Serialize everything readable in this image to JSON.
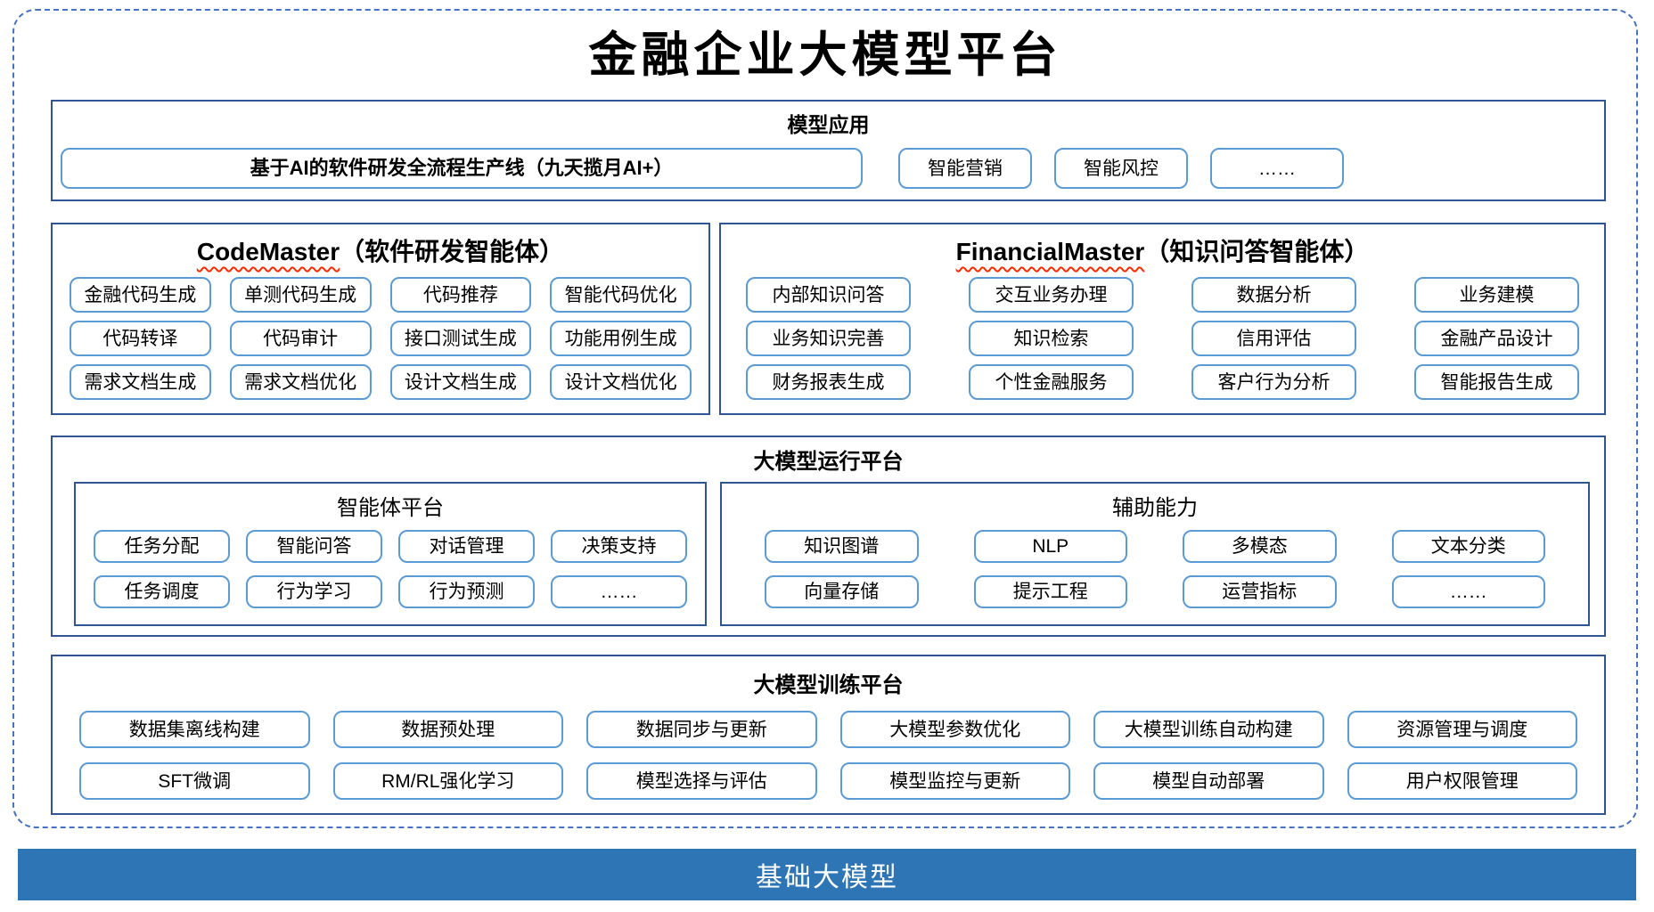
{
  "title": "金融企业大模型平台",
  "model_app": {
    "header": "模型应用",
    "pipeline_button": "基于AI的软件研发全流程生产线（九天揽月AI+）",
    "buttons": [
      "智能营销",
      "智能风控",
      "……"
    ]
  },
  "code_master": {
    "name": "CodeMaster",
    "subtitle": "（软件研发智能体）",
    "buttons": [
      "金融代码生成",
      "单测代码生成",
      "代码推荐",
      "智能代码优化",
      "代码转译",
      "代码审计",
      "接口测试生成",
      "功能用例生成",
      "需求文档生成",
      "需求文档优化",
      "设计文档生成",
      "设计文档优化"
    ]
  },
  "financial_master": {
    "name": "FinancialMaster",
    "subtitle": "（知识问答智能体）",
    "buttons": [
      "内部知识问答",
      "交互业务办理",
      "数据分析",
      "业务建模",
      "业务知识完善",
      "知识检索",
      "信用评估",
      "金融产品设计",
      "财务报表生成",
      "个性金融服务",
      "客户行为分析",
      "智能报告生成"
    ]
  },
  "runtime": {
    "header": "大模型运行平台",
    "agent_platform": {
      "header": "智能体平台",
      "buttons": [
        "任务分配",
        "智能问答",
        "对话管理",
        "决策支持",
        "任务调度",
        "行为学习",
        "行为预测",
        "……"
      ]
    },
    "aux_ability": {
      "header": "辅助能力",
      "buttons": [
        "知识图谱",
        "NLP",
        "多模态",
        "文本分类",
        "向量存储",
        "提示工程",
        "运营指标",
        "……"
      ]
    }
  },
  "training": {
    "header": "大模型训练平台",
    "buttons": [
      "数据集离线构建",
      "数据预处理",
      "数据同步与更新",
      "大模型参数优化",
      "大模型训练自动构建",
      "资源管理与调度",
      "SFT微调",
      "RM/RL强化学习",
      "模型选择与评估",
      "模型监控与更新",
      "模型自动部署",
      "用户权限管理"
    ]
  },
  "foundation": {
    "label": "基础大模型"
  },
  "colors": {
    "section_border": "#2F5597",
    "button_border": "#5B9BD5",
    "dashed_border": "#4472C4",
    "foundation_bg": "#2E75B6",
    "wavy_underline": "#FF2A00"
  }
}
